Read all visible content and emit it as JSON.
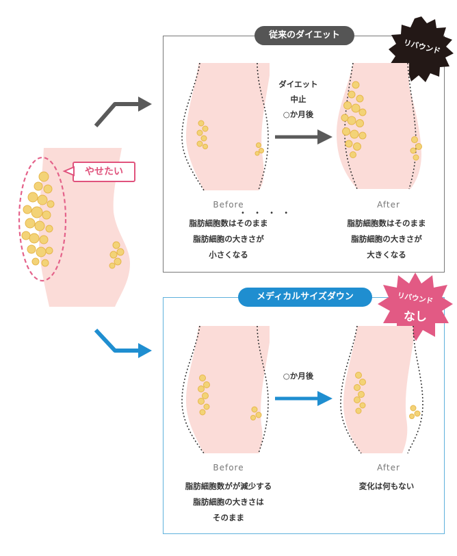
{
  "left": {
    "want_label": "やせたい"
  },
  "top_panel": {
    "title": "従来のダイエット",
    "badge": "リバウンド",
    "step_lines": [
      "ダイエット",
      "中止",
      "○か月後"
    ],
    "before_heading": "Before",
    "before_lines": [
      "脂肪細胞数はそのまま",
      "脂肪細胞の大きさが",
      "小さくなる"
    ],
    "after_heading": "After",
    "after_lines": [
      "脂肪細胞数はそのまま",
      "脂肪細胞の大きさが",
      "大きくなる"
    ],
    "emphasis_dots": "• • • •"
  },
  "bottom_panel": {
    "title": "メディカルサイズダウン",
    "badge_line1": "リバウンド",
    "badge_line2": "なし",
    "step_lines": [
      "○か月後"
    ],
    "before_heading": "Before",
    "before_lines": [
      "脂肪細胞数がが減少する",
      "脂肪細胞の大きさは",
      "そのまま"
    ],
    "after_heading": "After",
    "after_lines": [
      "変化は何もない"
    ]
  },
  "colors": {
    "skin": "#fbdcd8",
    "fat": "#f3d377",
    "pink": "#e0527c",
    "pink_dash": "#e4628a",
    "gray_border": "#777777",
    "gray_arrow": "#5a5a5a",
    "gray_pill": "#555555",
    "blue": "#1f8ed0",
    "blue_border": "#5db0dc",
    "black_badge": "#231816"
  },
  "icons": [
    "arrow-up-right-icon",
    "arrow-down-right-icon",
    "arrow-right-icon",
    "burst-badge-icon"
  ]
}
